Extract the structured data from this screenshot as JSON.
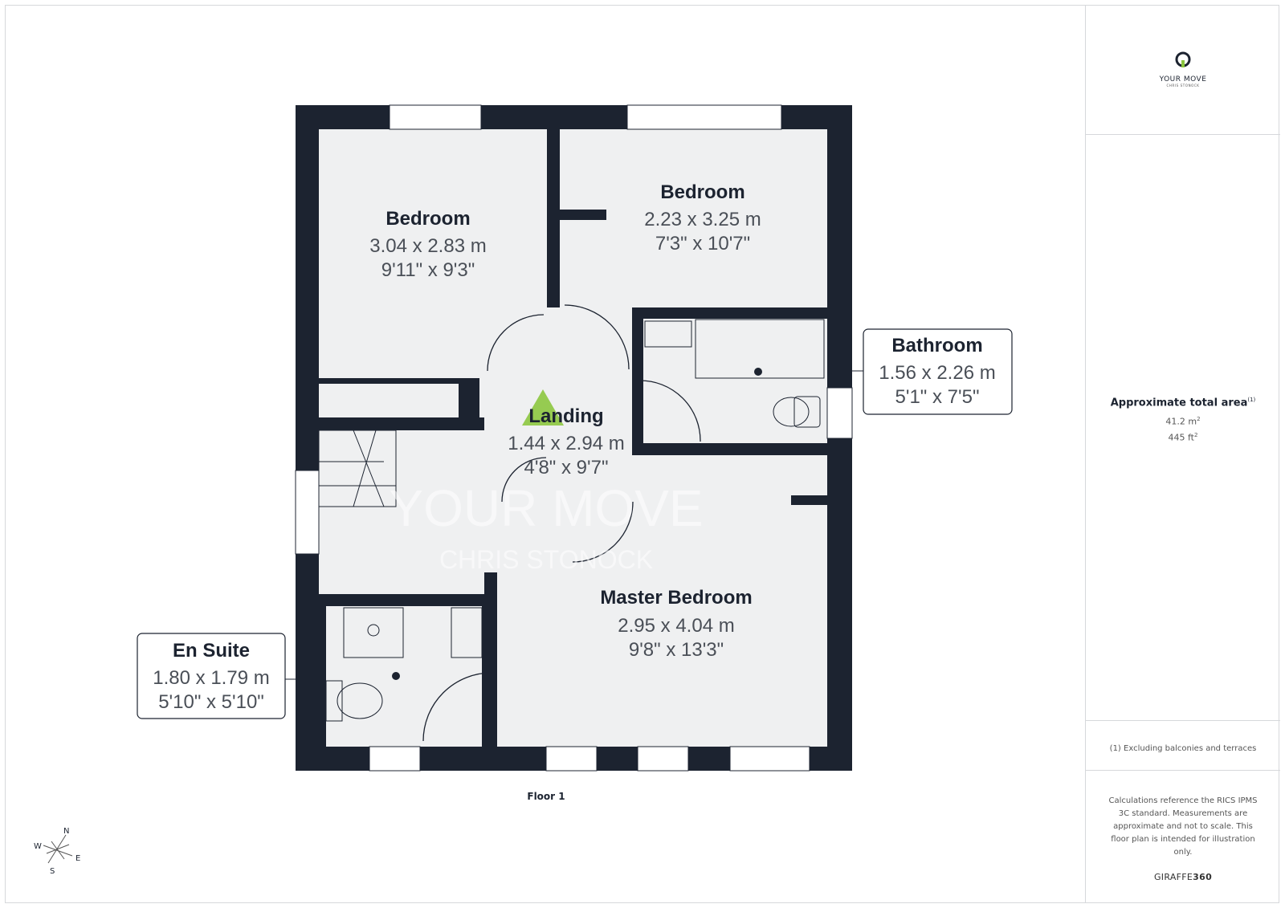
{
  "logo": {
    "brand": "YOUR MOVE",
    "sub": "CHRIS STONOCK"
  },
  "watermark": {
    "line1": "YOUR MOVE",
    "line2": "CHRIS STONOCK"
  },
  "rooms": {
    "bedroom_left": {
      "name": "Bedroom",
      "metric": "3.04 x 2.83 m",
      "imperial": "9'11\" x 9'3\""
    },
    "bedroom_right": {
      "name": "Bedroom",
      "metric": "2.23 x 3.25 m",
      "imperial": "7'3\" x 10'7\""
    },
    "landing": {
      "name": "Landing",
      "metric": "1.44 x 2.94 m",
      "imperial": "4'8\" x 9'7\""
    },
    "bathroom": {
      "name": "Bathroom",
      "metric": "1.56 x 2.26 m",
      "imperial": "5'1\" x 7'5\""
    },
    "master": {
      "name": "Master Bedroom",
      "metric": "2.95 x 4.04 m",
      "imperial": "9'8\" x 13'3\""
    },
    "ensuite": {
      "name": "En Suite",
      "metric": "1.80 x 1.79 m",
      "imperial": "5'10\" x 5'10\""
    }
  },
  "floor_label": "Floor 1",
  "compass": {
    "n": "N",
    "s": "S",
    "e": "E",
    "w": "W"
  },
  "sidebar": {
    "area_title": "Approximate total area",
    "area_note_mark": "(1)",
    "area_m2_value": "41.2 m",
    "area_ft2_value": "445 ft",
    "area_unit_sup": "2",
    "exclusion": "(1) Excluding balconies and terraces",
    "disclaimer": "Calculations reference the RICS IPMS 3C standard. Measurements are approximate and not to scale. This floor plan is intended for illustration only.",
    "brand_prefix": "GIRAFFE",
    "brand_suffix": "360"
  },
  "colors": {
    "wall": "#1c2330",
    "floor": "#eff0f1",
    "accent": "#8cc63f",
    "text": "#1c2330"
  }
}
